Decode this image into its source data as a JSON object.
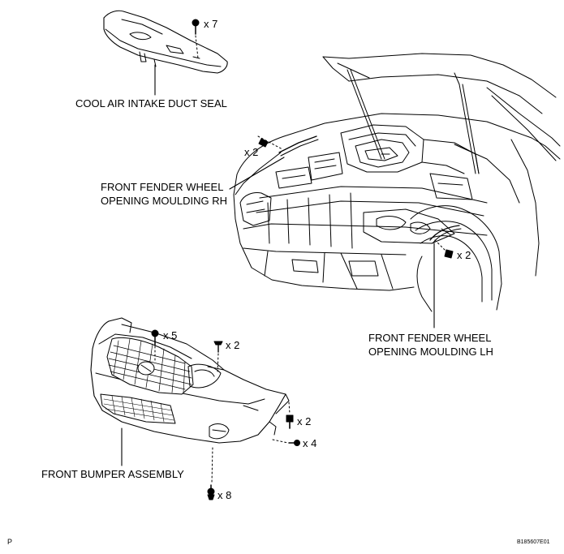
{
  "callouts": {
    "cool_air_intake_duct_seal": "COOL AIR INTAKE DUCT SEAL",
    "front_fender_wheel_rh_line1": "FRONT FENDER WHEEL",
    "front_fender_wheel_rh_line2": "OPENING MOULDING RH",
    "front_fender_wheel_lh_line1": "FRONT FENDER WHEEL",
    "front_fender_wheel_lh_line2": "OPENING MOULDING LH",
    "front_bumper_assembly": "FRONT BUMPER ASSEMBLY"
  },
  "quantities": {
    "duct_seal_clips": "x 7",
    "rh_moulding_clips": "x 2",
    "lh_moulding_clips": "x 2",
    "bumper_top_clips": "x 5",
    "bumper_top_screws": "x 2",
    "bumper_side_bolts": "x 2",
    "bumper_side_screws": "x 4",
    "bumper_bottom_clips": "x 8"
  },
  "footer": {
    "left_mark": "P",
    "figure_code": "B185607E01"
  }
}
